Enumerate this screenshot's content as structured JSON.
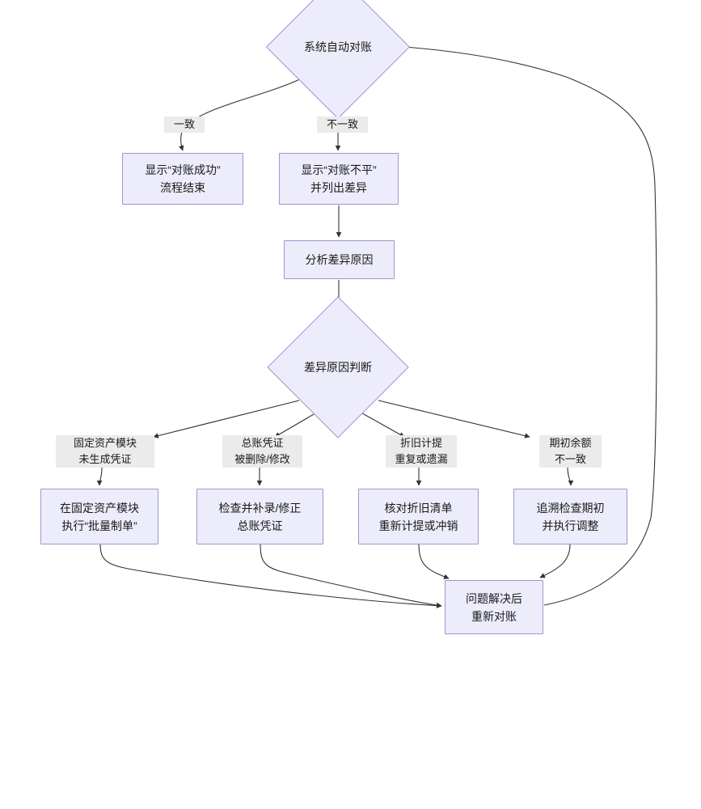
{
  "diagram": {
    "type": "flowchart",
    "title_text": "",
    "background_color": "#ffffff",
    "node_fill": "#ececfb",
    "node_stroke": "#9e95d1",
    "edge_stroke": "#333333",
    "label_background": "#ebebeb",
    "text_color": "#1a1a1a"
  },
  "nodes": {
    "start_decision": {
      "label": "系统自动对账",
      "shape": "diamond"
    },
    "match_success": {
      "label": "显示“对账成功”\n流程结束",
      "shape": "rect"
    },
    "mismatch": {
      "label": "显示“对账不平”\n并列出差异",
      "shape": "rect"
    },
    "analyze": {
      "label": "分析差异原因",
      "shape": "rect"
    },
    "cause_decision": {
      "label": "差异原因判断",
      "shape": "diamond"
    },
    "branch1_action": {
      "label": "在固定资产模块\n执行“批量制单”",
      "shape": "rect"
    },
    "branch2_action": {
      "label": "检查并补录/修正\n总账凭证",
      "shape": "rect"
    },
    "branch3_action": {
      "label": "核对折旧清单\n重新计提或冲销",
      "shape": "rect"
    },
    "branch4_action": {
      "label": "追溯检查期初\n并执行调整",
      "shape": "rect"
    },
    "recheck": {
      "label": "问题解决后\n重新对账",
      "shape": "rect"
    }
  },
  "edge_labels": {
    "match": "一致",
    "mismatch": "不一致",
    "cause1": "固定资产模块\n未生成凭证",
    "cause2": "总账凭证\n被删除/修改",
    "cause3": "折旧计提\n重复或遗漏",
    "cause4": "期初余额\n不一致"
  }
}
